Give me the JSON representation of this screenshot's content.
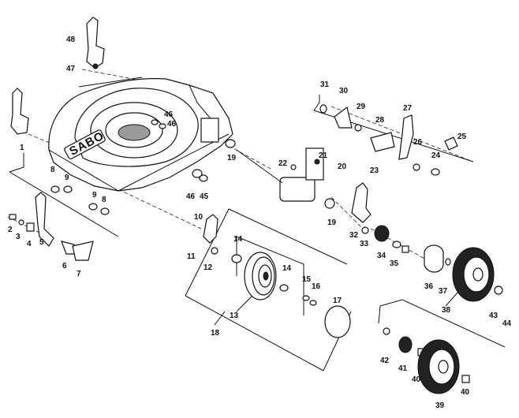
{
  "diagram": {
    "brand": "SABO",
    "parts": [
      {
        "id": "p48",
        "label": "48"
      },
      {
        "id": "p47",
        "label": "47"
      },
      {
        "id": "p1",
        "label": "1"
      },
      {
        "id": "p8a",
        "label": "8"
      },
      {
        "id": "p9a",
        "label": "9"
      },
      {
        "id": "p9b",
        "label": "9"
      },
      {
        "id": "p8b",
        "label": "8"
      },
      {
        "id": "p2",
        "label": "2"
      },
      {
        "id": "p3",
        "label": "3"
      },
      {
        "id": "p4",
        "label": "4"
      },
      {
        "id": "p5",
        "label": "5"
      },
      {
        "id": "p6",
        "label": "6"
      },
      {
        "id": "p7",
        "label": "7"
      },
      {
        "id": "p46a",
        "label": "46"
      },
      {
        "id": "p46b",
        "label": "46"
      },
      {
        "id": "p46c",
        "label": "46"
      },
      {
        "id": "p45",
        "label": "45"
      },
      {
        "id": "p19a",
        "label": "19"
      },
      {
        "id": "p10",
        "label": "10"
      },
      {
        "id": "p11",
        "label": "11"
      },
      {
        "id": "p12",
        "label": "12"
      },
      {
        "id": "p14a",
        "label": "14"
      },
      {
        "id": "p14b",
        "label": "14"
      },
      {
        "id": "p13",
        "label": "13"
      },
      {
        "id": "p15",
        "label": "15"
      },
      {
        "id": "p16",
        "label": "16"
      },
      {
        "id": "p17",
        "label": "17"
      },
      {
        "id": "p18",
        "label": "18"
      },
      {
        "id": "p22",
        "label": "22"
      },
      {
        "id": "p21",
        "label": "21"
      },
      {
        "id": "p20",
        "label": "20"
      },
      {
        "id": "p19b",
        "label": "19"
      },
      {
        "id": "p31",
        "label": "31"
      },
      {
        "id": "p30",
        "label": "30"
      },
      {
        "id": "p29",
        "label": "29"
      },
      {
        "id": "p28",
        "label": "28"
      },
      {
        "id": "p27",
        "label": "27"
      },
      {
        "id": "p26",
        "label": "26"
      },
      {
        "id": "p25",
        "label": "25"
      },
      {
        "id": "p24",
        "label": "24"
      },
      {
        "id": "p23",
        "label": "23"
      },
      {
        "id": "p32",
        "label": "32"
      },
      {
        "id": "p33",
        "label": "33"
      },
      {
        "id": "p34",
        "label": "34"
      },
      {
        "id": "p35",
        "label": "35"
      },
      {
        "id": "p36",
        "label": "36"
      },
      {
        "id": "p37",
        "label": "37"
      },
      {
        "id": "p38",
        "label": "38"
      },
      {
        "id": "p43",
        "label": "43"
      },
      {
        "id": "p44",
        "label": "44"
      },
      {
        "id": "p42",
        "label": "42"
      },
      {
        "id": "p41",
        "label": "41"
      },
      {
        "id": "p40a",
        "label": "40"
      },
      {
        "id": "p40b",
        "label": "40"
      },
      {
        "id": "p39",
        "label": "39"
      }
    ]
  }
}
